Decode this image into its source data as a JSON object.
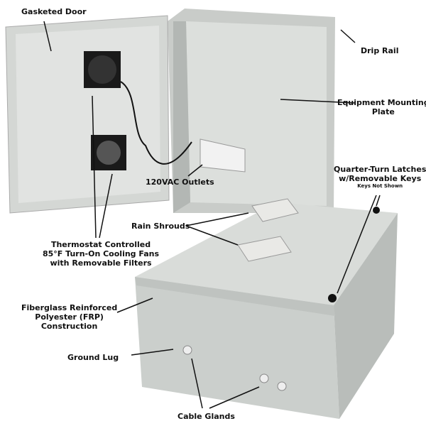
{
  "labels": {
    "gasketed_door": "Gasketed Door",
    "drip_rail": "Drip Rail",
    "mounting_plate_1": "Equipment Mounting",
    "mounting_plate_2": "Plate",
    "latches_1": "Quarter-Turn Latches",
    "latches_2": "w/Removable Keys",
    "keys_not_shown": "Keys Not Shown",
    "outlets": "120VAC Outlets",
    "rain_shrouds": "Rain Shrouds",
    "fans_1": "Thermostat Controlled",
    "fans_2": "85°F Turn-On Cooling Fans",
    "fans_3": "with Removable Filters",
    "frp_1": "Fiberglass Reinforced",
    "frp_2": "Polyester (FRP)",
    "frp_3": "Construction",
    "ground_lug": "Ground Lug",
    "cable_glands": "Cable Glands"
  },
  "colors": {
    "enclosure": "#d9dcd9",
    "shadow": "#b9bdba",
    "fan": "#1a1a1a"
  }
}
